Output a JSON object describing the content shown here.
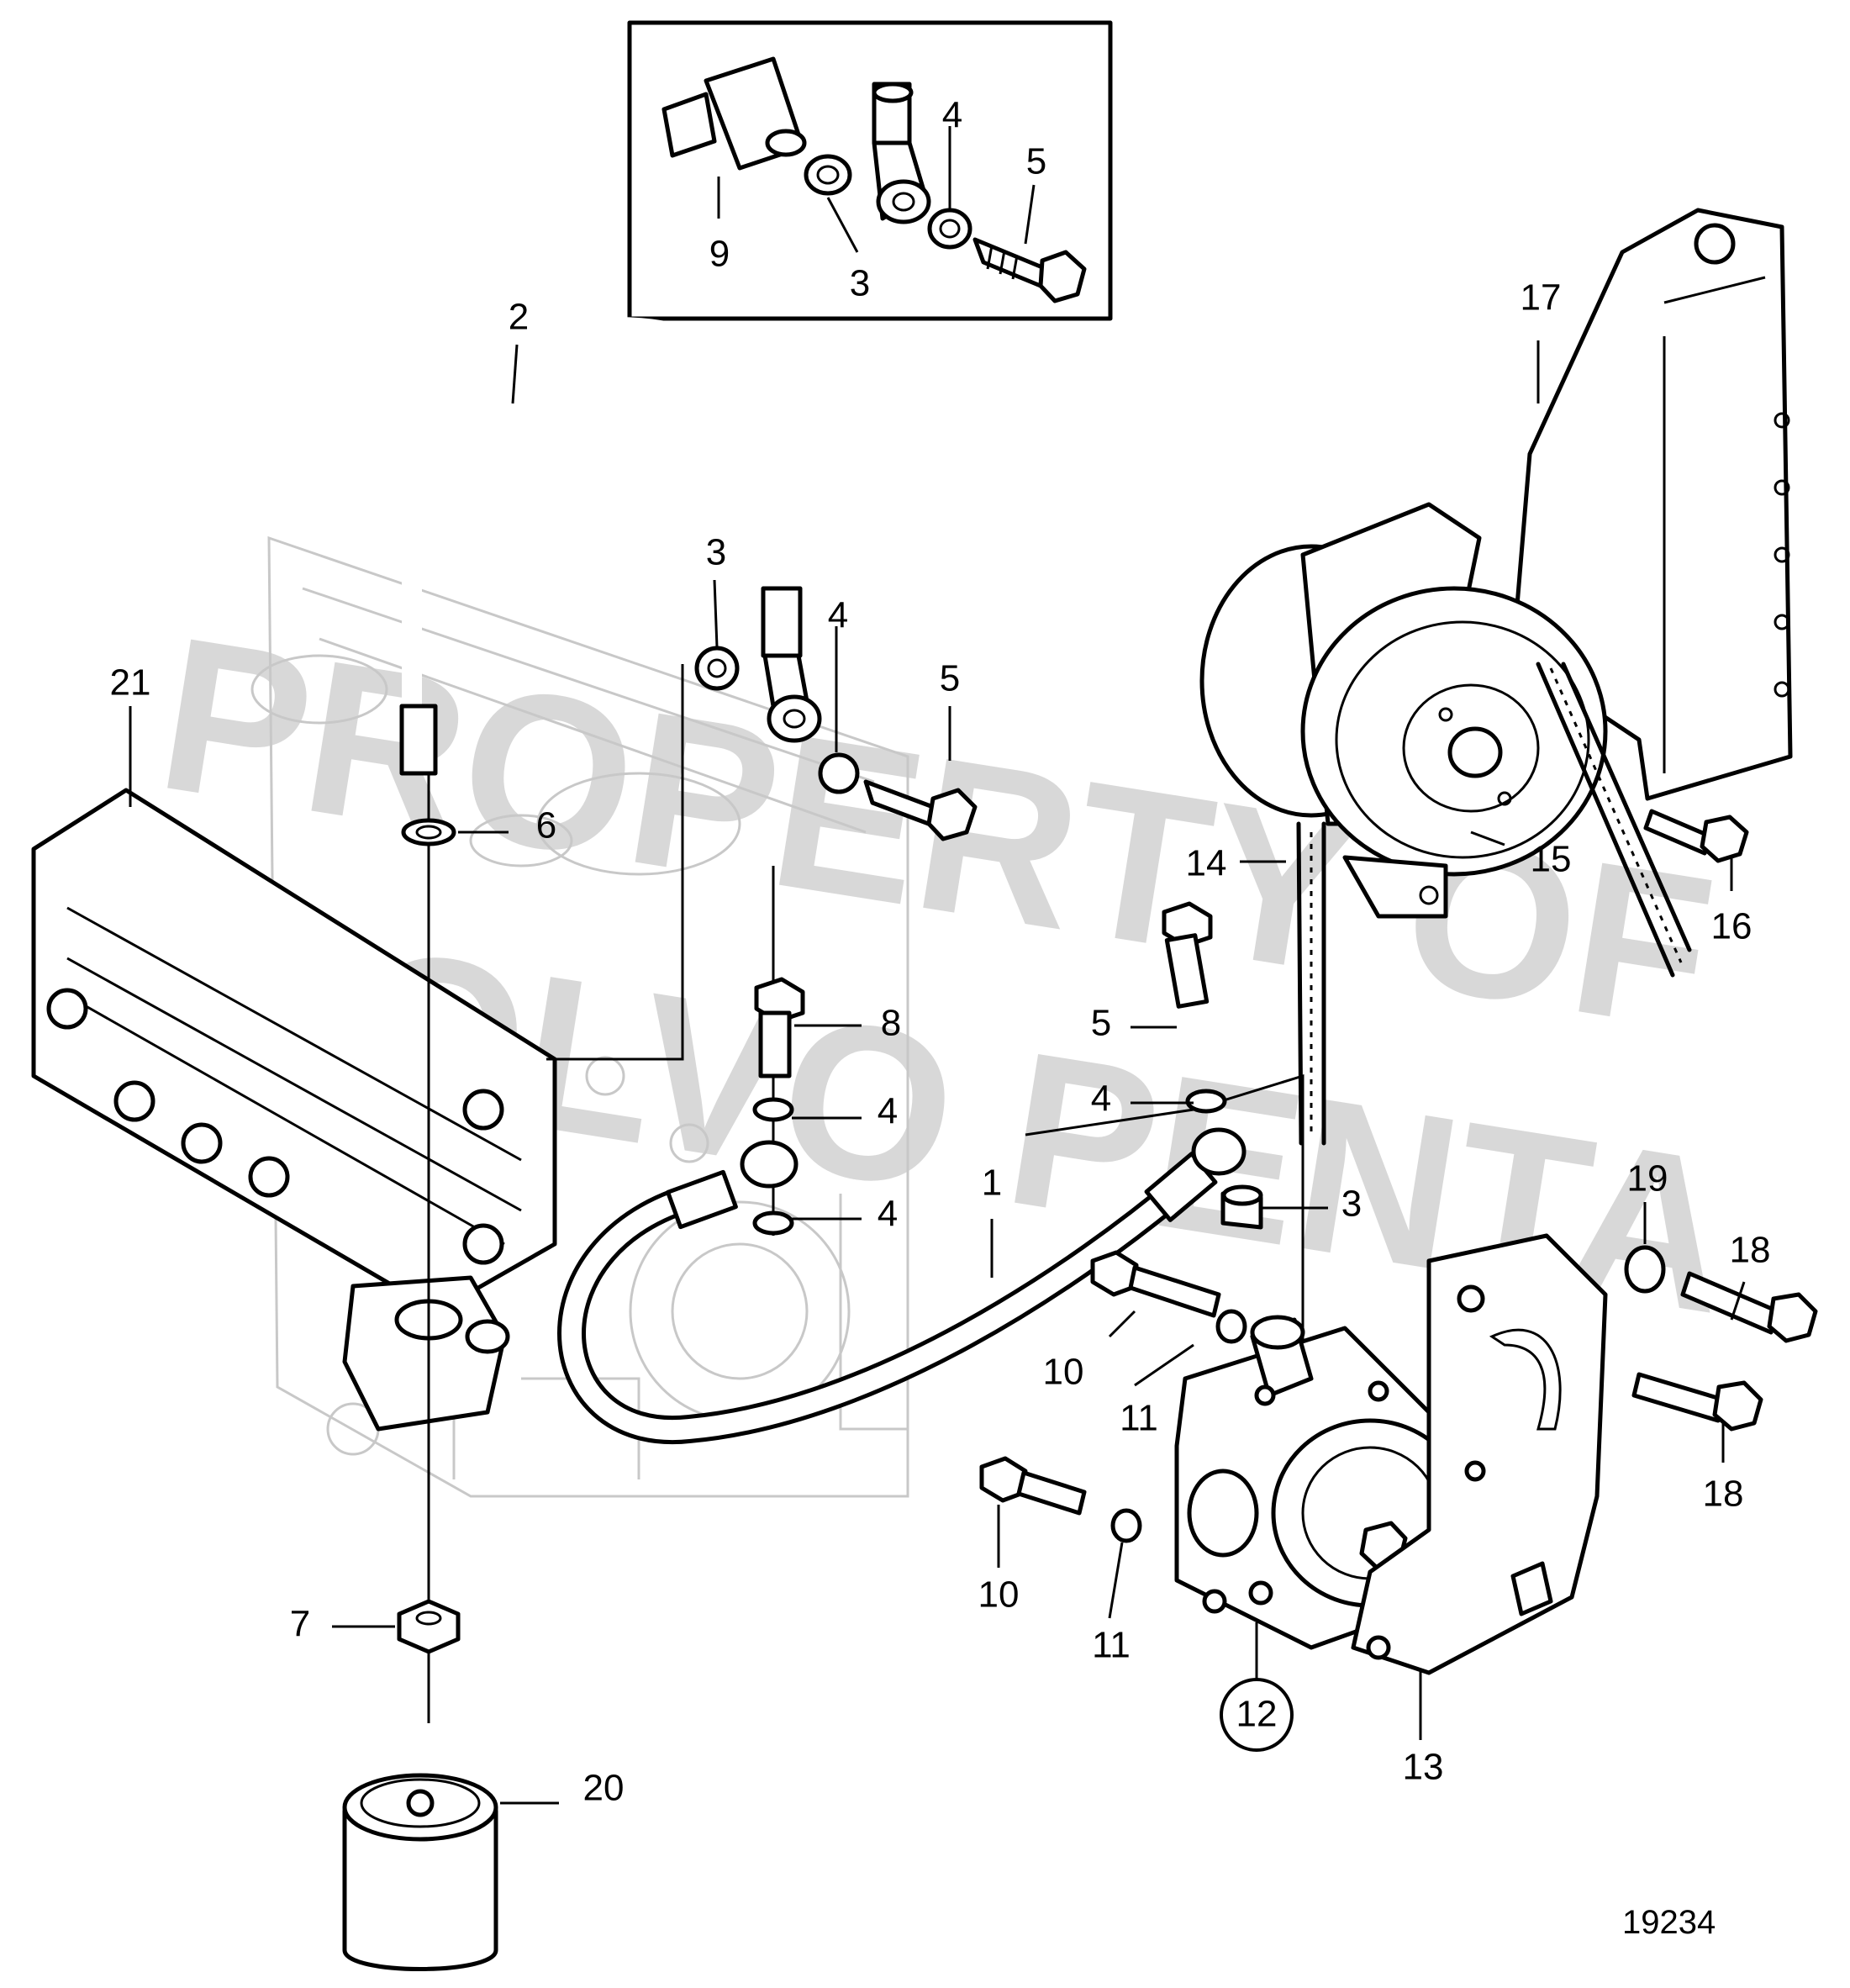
{
  "drawing_number": "19234",
  "watermark": {
    "line1": "PROPERTY OF",
    "line2": "VOLVO PENTA"
  },
  "callouts": [
    {
      "id": "c-9-inset",
      "text": "9"
    },
    {
      "id": "c-3-inset",
      "text": "3"
    },
    {
      "id": "c-4-inset",
      "text": "4"
    },
    {
      "id": "c-5-inset",
      "text": "5"
    },
    {
      "id": "c-2",
      "text": "2"
    },
    {
      "id": "c-3-upper",
      "text": "3"
    },
    {
      "id": "c-4-upper",
      "text": "4"
    },
    {
      "id": "c-5-upper",
      "text": "5"
    },
    {
      "id": "c-21",
      "text": "21"
    },
    {
      "id": "c-6",
      "text": "6"
    },
    {
      "id": "c-17",
      "text": "17"
    },
    {
      "id": "c-14",
      "text": "14"
    },
    {
      "id": "c-15",
      "text": "15"
    },
    {
      "id": "c-16",
      "text": "16"
    },
    {
      "id": "c-8",
      "text": "8"
    },
    {
      "id": "c-5-mid",
      "text": "5"
    },
    {
      "id": "c-4-mid-a",
      "text": "4"
    },
    {
      "id": "c-4-mid-b",
      "text": "4"
    },
    {
      "id": "c-4-mid-c",
      "text": "4"
    },
    {
      "id": "c-1",
      "text": "1"
    },
    {
      "id": "c-3-mid",
      "text": "3"
    },
    {
      "id": "c-19",
      "text": "19"
    },
    {
      "id": "c-18-upper",
      "text": "18"
    },
    {
      "id": "c-18-lower",
      "text": "18"
    },
    {
      "id": "c-10-upper",
      "text": "10"
    },
    {
      "id": "c-11-upper",
      "text": "11"
    },
    {
      "id": "c-10-lower",
      "text": "10"
    },
    {
      "id": "c-11-lower",
      "text": "11"
    },
    {
      "id": "c-12",
      "text": "12"
    },
    {
      "id": "c-13",
      "text": "13"
    },
    {
      "id": "c-7",
      "text": "7"
    },
    {
      "id": "c-20",
      "text": "20"
    }
  ]
}
